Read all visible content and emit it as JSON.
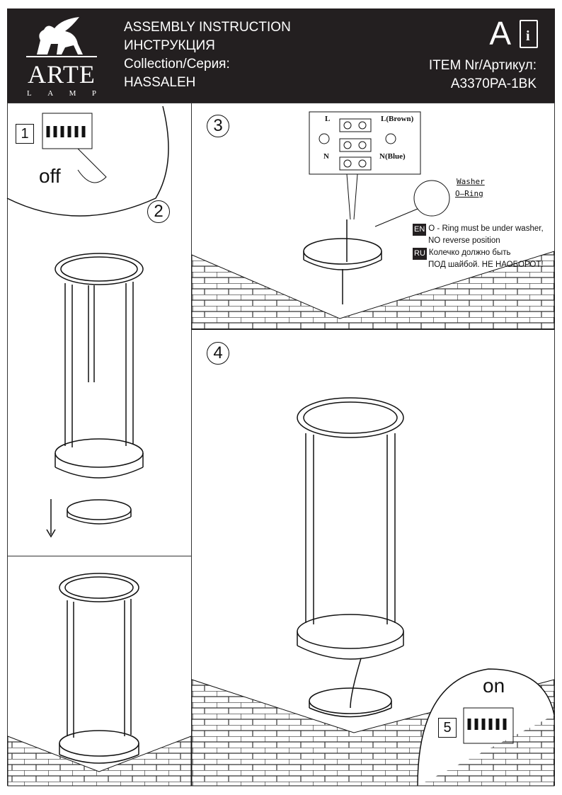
{
  "header": {
    "logo_word": "ARTE",
    "logo_sub": [
      "L",
      "A",
      "M",
      "P"
    ],
    "title_en": "ASSEMBLY INSTRUCTION",
    "title_ru": "ИНСТРУКЦИЯ",
    "collection_label": "Collection/Серия:",
    "collection_value": "HASSALEH",
    "class_letter": "A",
    "info_icon_letter": "i",
    "item_label": "ITEM Nr/Артикул:",
    "item_value": "A3370PA-1BK"
  },
  "steps": {
    "s1_number": "1",
    "s1_word": "off",
    "s2_number": "2",
    "s3_number": "3",
    "s4_number": "4",
    "s5_number": "5",
    "s5_word": "on"
  },
  "wiring": {
    "l": "L",
    "l_wire": "L(Brown)",
    "n": "N",
    "n_wire": "N(Blue)",
    "washer": "Washer",
    "oring": "O—Ring"
  },
  "notes": {
    "en_tag": "EN",
    "en_line1": "O - Ring must be under washer,",
    "en_line2": "NO reverse position",
    "ru_tag": "RU",
    "ru_line1": "Колечко должно быть",
    "ru_line2": "ПОД шайбой. НЕ НАОБОРОТ!"
  }
}
